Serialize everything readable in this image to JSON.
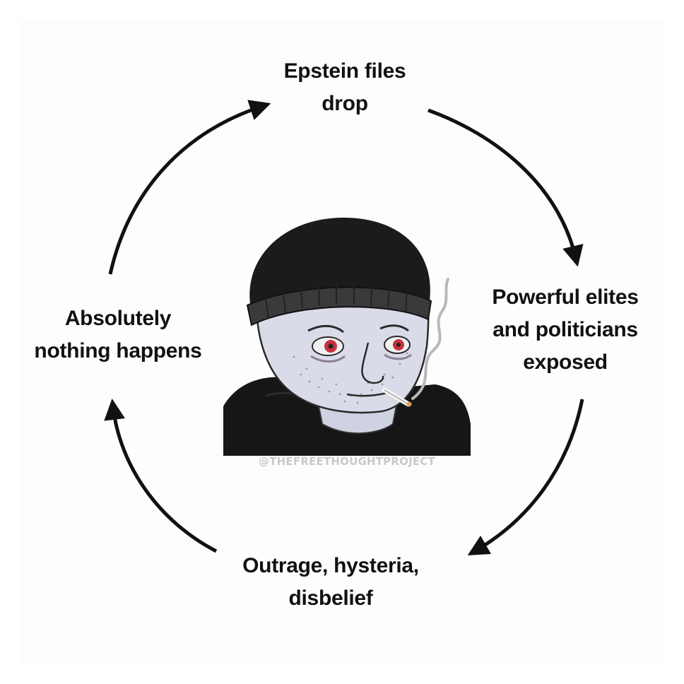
{
  "cycle": {
    "steps": [
      {
        "label": "Epstein files\ndrop"
      },
      {
        "label": "Powerful elites\nand politicians\nexposed"
      },
      {
        "label": "Outrage, hysteria,\ndisbelief"
      },
      {
        "label": "Absolutely\nnothing happens"
      }
    ]
  },
  "image": {
    "subject": "doomer-wojak-icon",
    "watermark": "@THEFREETHOUGHTPROJECT"
  },
  "colors": {
    "arrow": "#111111",
    "text": "#111111",
    "face": "#d9dbe8",
    "beanie": "#1b1b1b",
    "hoodie": "#161616",
    "eye_red": "#c8323f"
  }
}
